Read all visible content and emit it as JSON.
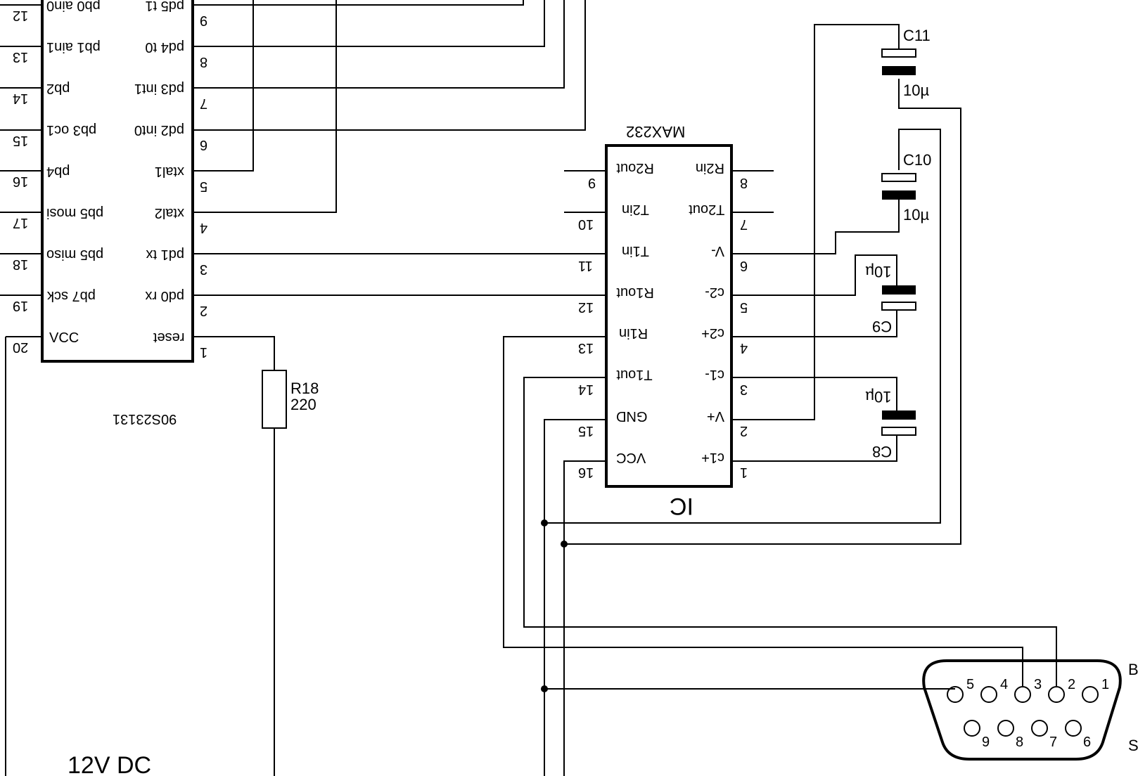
{
  "chip_left": {
    "name": "90S23131",
    "left_pins": [
      "12",
      "13",
      "14",
      "15",
      "16",
      "17",
      "18",
      "19",
      "20"
    ],
    "right_pins": [
      "9",
      "8",
      "7",
      "6",
      "5",
      "4",
      "3",
      "2",
      "1"
    ],
    "left_signals": [
      "pb0 ain0",
      "pb1 ain1",
      "pb2",
      "pb3 oc1",
      "pb4",
      "pb5 mosi",
      "pb5 miso",
      "pb7 sck",
      "VCC"
    ],
    "right_signals": [
      "pd5 t1",
      "pd4 t0",
      "pd3 int1",
      "pd2 int0",
      "xtal1",
      "xtal2",
      "pd1 tx",
      "pd0 rx",
      "reset"
    ]
  },
  "chip_max": {
    "name": "MAX232",
    "ref": "IC",
    "left_pins": [
      "9",
      "10",
      "11",
      "12",
      "13",
      "14",
      "15",
      "16"
    ],
    "right_pins": [
      "8",
      "7",
      "6",
      "5",
      "4",
      "3",
      "2",
      "1"
    ],
    "left_signals": [
      "R2out",
      "T2in",
      "T1in",
      "R1out",
      "R1in",
      "T1out",
      "GND",
      "VCC"
    ],
    "right_signals": [
      "R2in",
      "T2out",
      "V-",
      "c2-",
      "c2+",
      "c1-",
      "V+",
      "c1+"
    ]
  },
  "resistor": {
    "ref": "R18",
    "value": "220"
  },
  "capacitors": [
    {
      "ref": "C11",
      "value": "10µ"
    },
    {
      "ref": "C10",
      "value": "10µ"
    },
    {
      "ref": "C9",
      "value": "10µ"
    },
    {
      "ref": "C8",
      "value": "10µ"
    }
  ],
  "connector": {
    "top_pins": [
      "5",
      "4",
      "3",
      "2",
      "1"
    ],
    "bottom_pins": [
      "9",
      "8",
      "7",
      "6"
    ],
    "edge_letters": [
      "B",
      "S"
    ]
  },
  "power_label": "12V DC"
}
